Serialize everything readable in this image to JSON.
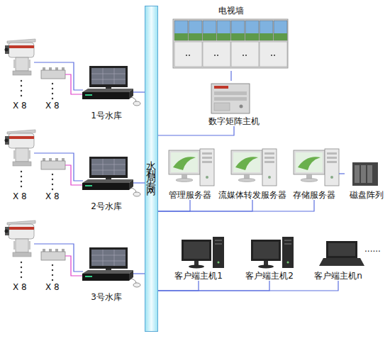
{
  "diagram": {
    "nodes": [
      {
        "text": [
          "水利局专网"
        ]
      },
      {
        "text": [
          "1号水库"
        ]
      },
      {
        "text": [
          "2号水库"
        ]
      },
      {
        "text": [
          "3号水库"
        ]
      },
      {
        "text": [
          "电视墙"
        ]
      },
      {
        "text": [
          "数字矩阵主机"
        ]
      },
      {
        "text": [
          "管理服务器"
        ]
      },
      {
        "text": [
          "流媒体转发服务器"
        ]
      },
      {
        "text": [
          "存储服务器"
        ]
      },
      {
        "text": [
          "磁盘阵列"
        ]
      },
      {
        "text": [
          "客户端主机1"
        ]
      },
      {
        "text": [
          "客户端主机2"
        ]
      },
      {
        "text": [
          "客户端主机n"
        ]
      }
    ],
    "edges": [
      {
        "from": 1,
        "to": 0,
        "arrow": "none"
      },
      {
        "from": 2,
        "to": 0,
        "arrow": "none"
      },
      {
        "from": 3,
        "to": 0,
        "arrow": "none"
      },
      {
        "from": 4,
        "to": 5,
        "arrow": "none"
      },
      {
        "from": 5,
        "to": 0,
        "arrow": "none"
      },
      {
        "from": 6,
        "to": 0,
        "arrow": "none"
      },
      {
        "from": 7,
        "to": 0,
        "arrow": "none"
      },
      {
        "from": 8,
        "to": 0,
        "arrow": "none"
      },
      {
        "from": 9,
        "to": 8,
        "arrow": "none"
      },
      {
        "from": 10,
        "to": 0,
        "arrow": "none"
      },
      {
        "from": 11,
        "to": 0,
        "arrow": "none"
      },
      {
        "from": 12,
        "to": 0,
        "arrow": "none"
      }
    ],
    "labels": [
      "X 8",
      "X 8",
      "X 8",
      "X 8",
      "X 8",
      "X 8",
      "......"
    ]
  }
}
